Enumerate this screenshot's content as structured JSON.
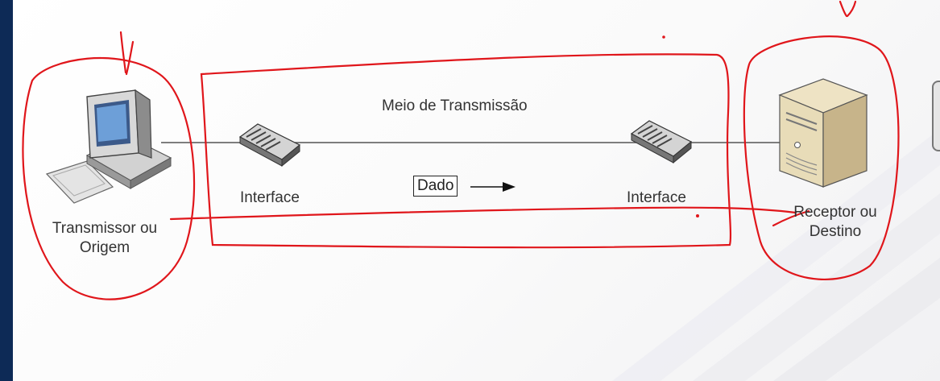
{
  "diagram": {
    "title": "Meio de Transmissão",
    "sender_label_line1": "Transmissor ou",
    "sender_label_line2": "Origem",
    "receiver_label_line1": "Receptor ou",
    "receiver_label_line2": "Destino",
    "interface_left": "Interface",
    "interface_right": "Interface",
    "data_label": "Dado"
  },
  "colors": {
    "accent_bar": "#0d2a56",
    "annotation": "#e0161b",
    "link_line": "#555555"
  }
}
